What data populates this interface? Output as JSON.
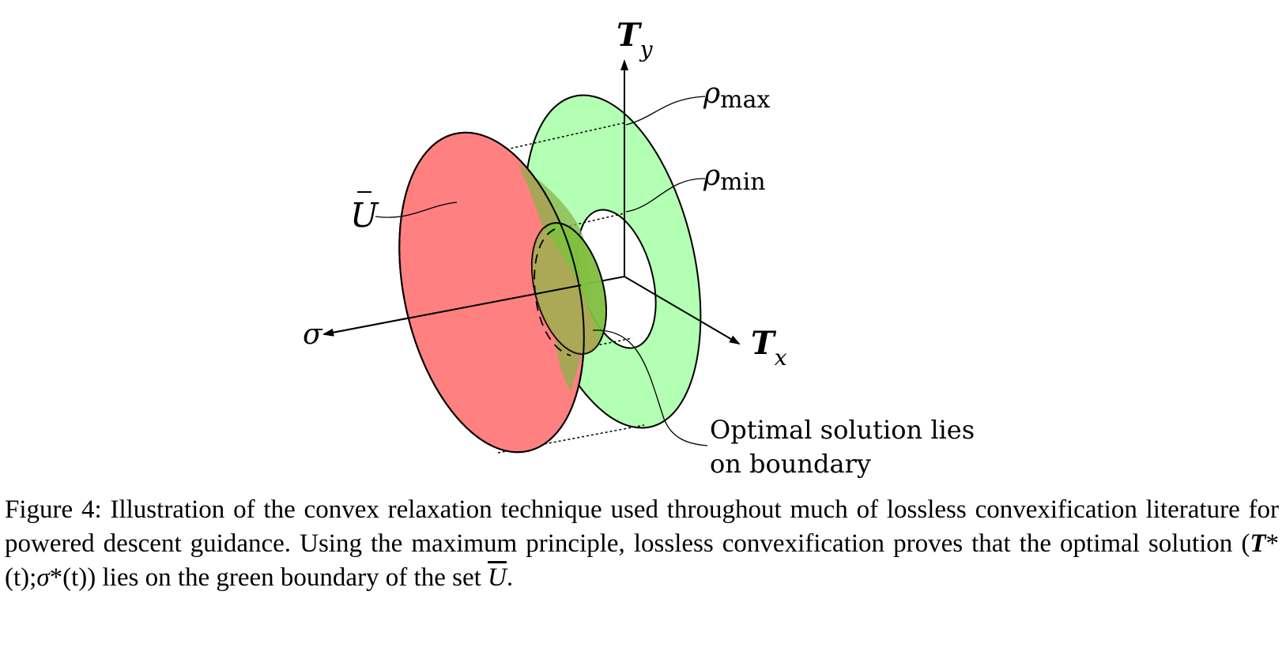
{
  "figure": {
    "labels": {
      "ty_main": "T",
      "ty_sub": "y",
      "tx_main": "T",
      "tx_sub": "x",
      "sigma": "σ",
      "set": "U",
      "rho_max_symbol": "ρ",
      "rho_max_sub": "max",
      "rho_min_symbol": "ρ",
      "rho_min_sub": "min",
      "annotation_line1": "Optimal solution lies",
      "annotation_line2": "on boundary"
    },
    "colors": {
      "green_region": "#b3ffb3",
      "red_region": "#ff8080",
      "overlap_region": "#7fbf3f",
      "stroke": "#000000"
    }
  },
  "caption": {
    "label": "Figure 4:",
    "text_1": "Illustration of the convex relaxation technique used throughout much of lossless convexification literature for powered descent guidance. Using the maximum principle, lossless convexification proves that the optimal solution (",
    "math_T": "T",
    "math_star_t": "*(t);",
    "math_sigma": "σ",
    "math_star_t2": "*(t))",
    "text_2": " lies on the green boundary of the set ",
    "math_U": "U",
    "text_3": "."
  }
}
